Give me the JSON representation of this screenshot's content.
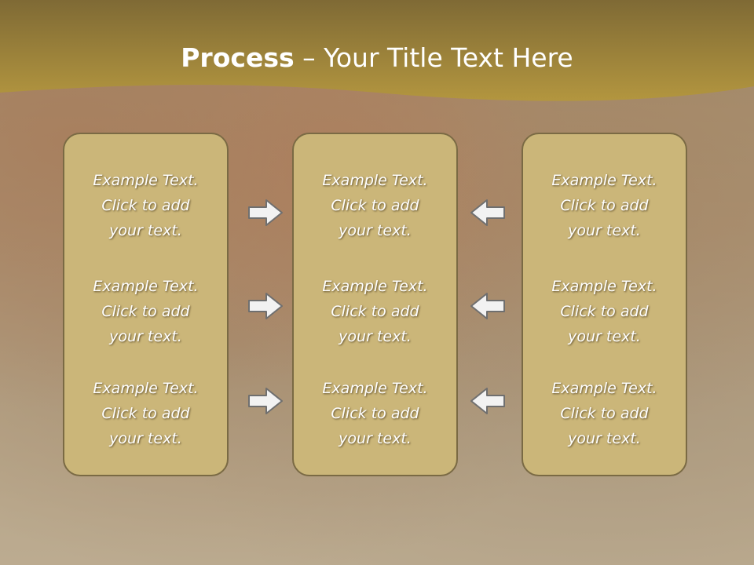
{
  "slide": {
    "title_bold": "Process",
    "title_rest": " – Your Title Text Here"
  },
  "columns": [
    {
      "items": [
        {
          "line1": "Example Text.",
          "line2": "Click  to add",
          "line3": "your text."
        },
        {
          "line1": "Example Text.",
          "line2": "Click  to add",
          "line3": "your text."
        },
        {
          "line1": "Example Text.",
          "line2": "Click  to add",
          "line3": "your text."
        }
      ]
    },
    {
      "items": [
        {
          "line1": "Example Text.",
          "line2": "Click  to add",
          "line3": "your text."
        },
        {
          "line1": "Example Text.",
          "line2": "Click  to add",
          "line3": "your text."
        },
        {
          "line1": "Example Text.",
          "line2": "Click  to add",
          "line3": "your text."
        }
      ]
    },
    {
      "items": [
        {
          "line1": "Example Text.",
          "line2": "Click  to add",
          "line3": "your text."
        },
        {
          "line1": "Example Text.",
          "line2": "Click  to add",
          "line3": "your text."
        },
        {
          "line1": "Example Text.",
          "line2": "Click  to add",
          "line3": "your text."
        }
      ]
    }
  ],
  "colors": {
    "header_band": "#9a7c3a",
    "box_fill": "#cbb679",
    "box_border": "#7a6a44",
    "arrow_fill": "#f2f2f2",
    "arrow_stroke": "#6f6f6f"
  },
  "icons": {
    "left_arrows": "right-arrow-icon",
    "right_arrows": "left-arrow-icon"
  }
}
